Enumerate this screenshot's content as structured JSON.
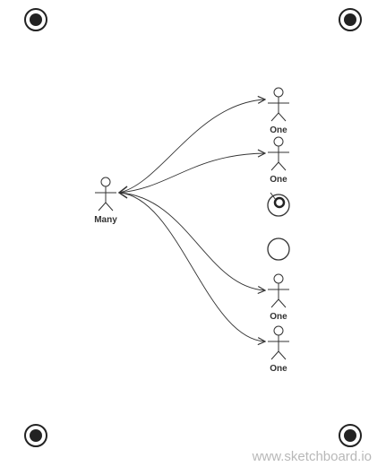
{
  "diagram": {
    "actors": [
      {
        "id": "many",
        "label": "Many"
      },
      {
        "id": "one-1",
        "label": "One"
      },
      {
        "id": "one-2",
        "label": "One"
      },
      {
        "id": "one-3",
        "label": "One"
      },
      {
        "id": "one-4",
        "label": "One"
      }
    ],
    "connections": [
      {
        "from": "many",
        "to": "one-1"
      },
      {
        "from": "many",
        "to": "one-2"
      },
      {
        "from": "many",
        "to": "one-3"
      },
      {
        "from": "many",
        "to": "one-4"
      }
    ],
    "placeholders": [
      "actor-placeholder-circle",
      "actor-placeholder-circle"
    ]
  },
  "watermark": "www.sketchboard.io",
  "colors": {
    "stroke": "#333333",
    "watermark": "#b8b8b8",
    "background": "#ffffff"
  }
}
